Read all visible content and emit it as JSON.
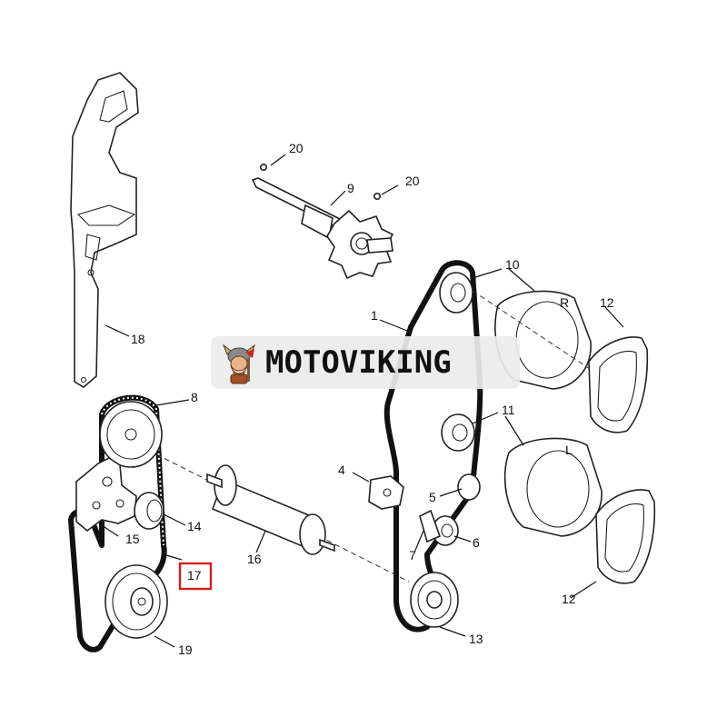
{
  "watermark": {
    "text": "MOTOVIKING",
    "logo_icon": "viking-mascot-icon"
  },
  "highlight_color": "#d61e1e",
  "highlighted_callout": "17",
  "callouts": {
    "c1": "1",
    "c4": "4",
    "c5": "5",
    "c6": "6",
    "c7": "7",
    "c8": "8",
    "c9": "9",
    "c10": "10",
    "c11": "11",
    "c12a": "12",
    "c12b": "12",
    "c13": "13",
    "c14": "14",
    "c15": "15",
    "c16": "16",
    "c17": "17",
    "c18": "18",
    "c19": "19",
    "c20a": "20",
    "c20b": "20"
  },
  "marks": {
    "r_mark": "R",
    "l_mark": "L"
  }
}
